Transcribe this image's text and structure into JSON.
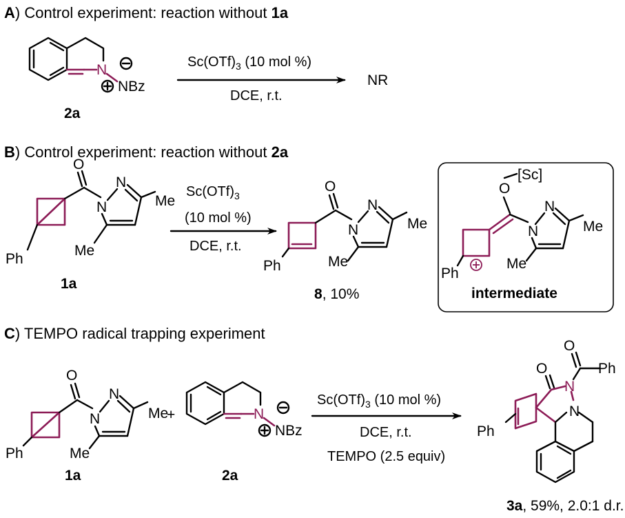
{
  "panels": {
    "A": {
      "letter": "A",
      "header": ") Control experiment: reaction without ",
      "header_bold": "1a",
      "reactant_label": "2a",
      "arrow_top": "Sc(OTf)",
      "arrow_top_sub": "3",
      "arrow_top_rest": " (10 mol %)",
      "arrow_bottom": "DCE, r.t.",
      "product": "NR",
      "atom_N": "N",
      "atom_NBz": "NBz"
    },
    "B": {
      "letter": "B",
      "header": ") Control experiment: reaction without ",
      "header_bold": "2a",
      "reactant_label": "1a",
      "arrow_line1": "Sc(OTf)",
      "arrow_line1_sub": "3",
      "arrow_line2": "(10 mol %)",
      "arrow_line3": "DCE, r.t.",
      "product_label_bold": "8",
      "product_label_rest": ", 10%",
      "box_label": "intermediate",
      "box_sc": "[Sc]"
    },
    "C": {
      "letter": "C",
      "header": ") TEMPO radical trapping experiment",
      "reactant1_label": "1a",
      "reactant2_label": "2a",
      "plus": "+",
      "arrow_line1": "Sc(OTf)",
      "arrow_line1_sub": "3",
      "arrow_line1_rest": " (10 mol %)",
      "arrow_line2": "DCE, r.t.",
      "arrow_line3": "TEMPO (2.5 equiv)",
      "product_label_bold": "3a",
      "product_label_rest": ", 59%, 2.0:1 d.r."
    }
  },
  "atoms": {
    "O": "O",
    "N": "N",
    "Me": "Me",
    "Ph": "Ph"
  },
  "colors": {
    "highlight": "#8c1b56",
    "ink": "#000000"
  }
}
